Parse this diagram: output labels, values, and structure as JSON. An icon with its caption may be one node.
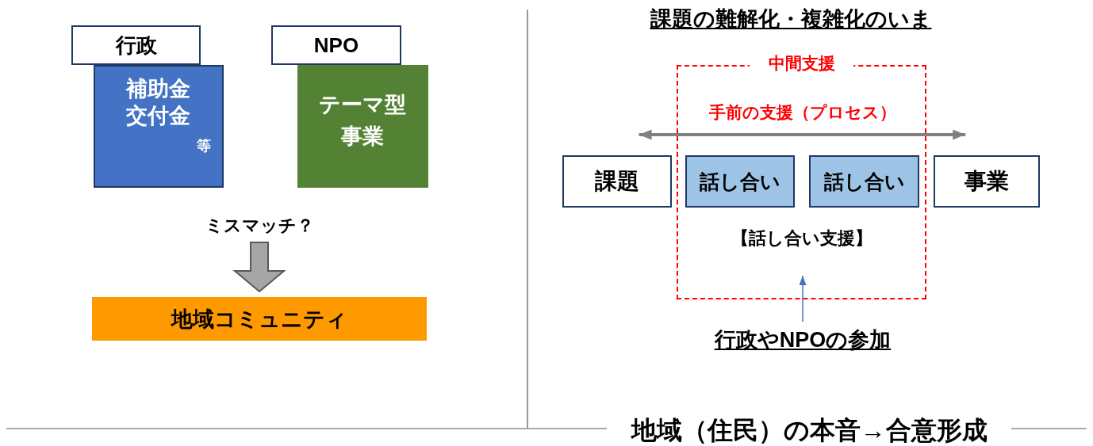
{
  "diagram": {
    "title": "課題の難解化・複雑化のいま",
    "caption": "地域（住民）の本音→合意形成",
    "nodes": [
      {
        "text": [
          "行政"
        ]
      },
      {
        "text": [
          "補助金交付金",
          "等"
        ]
      },
      {
        "text": [
          "NPO"
        ]
      },
      {
        "text": [
          "テーマ型事業"
        ]
      },
      {
        "text": [
          "地域コミュニティ"
        ]
      },
      {
        "text": [
          "ミスマッチ？"
        ]
      },
      {
        "text": [
          "中間支援",
          "【話し合い支援】"
        ]
      },
      {
        "text": [
          "課題"
        ]
      },
      {
        "text": [
          "話し合い"
        ],
        "in": 6
      },
      {
        "text": [
          "話し合い"
        ],
        "in": 6
      },
      {
        "text": [
          "事業"
        ]
      },
      {
        "text": [
          "行政やNPOの参加"
        ]
      }
    ],
    "edges": [
      {
        "from": 5,
        "to": 4,
        "arrow": "to",
        "style": "thick",
        "color": "#a6a6a6"
      },
      {
        "from": 7,
        "to": 10,
        "arrow": "both",
        "style": "thick",
        "label": "手前の支援（プロセス）",
        "color": "#808080"
      },
      {
        "from": 11,
        "to": 6,
        "arrow": "to",
        "color": "#4472c4"
      }
    ]
  }
}
